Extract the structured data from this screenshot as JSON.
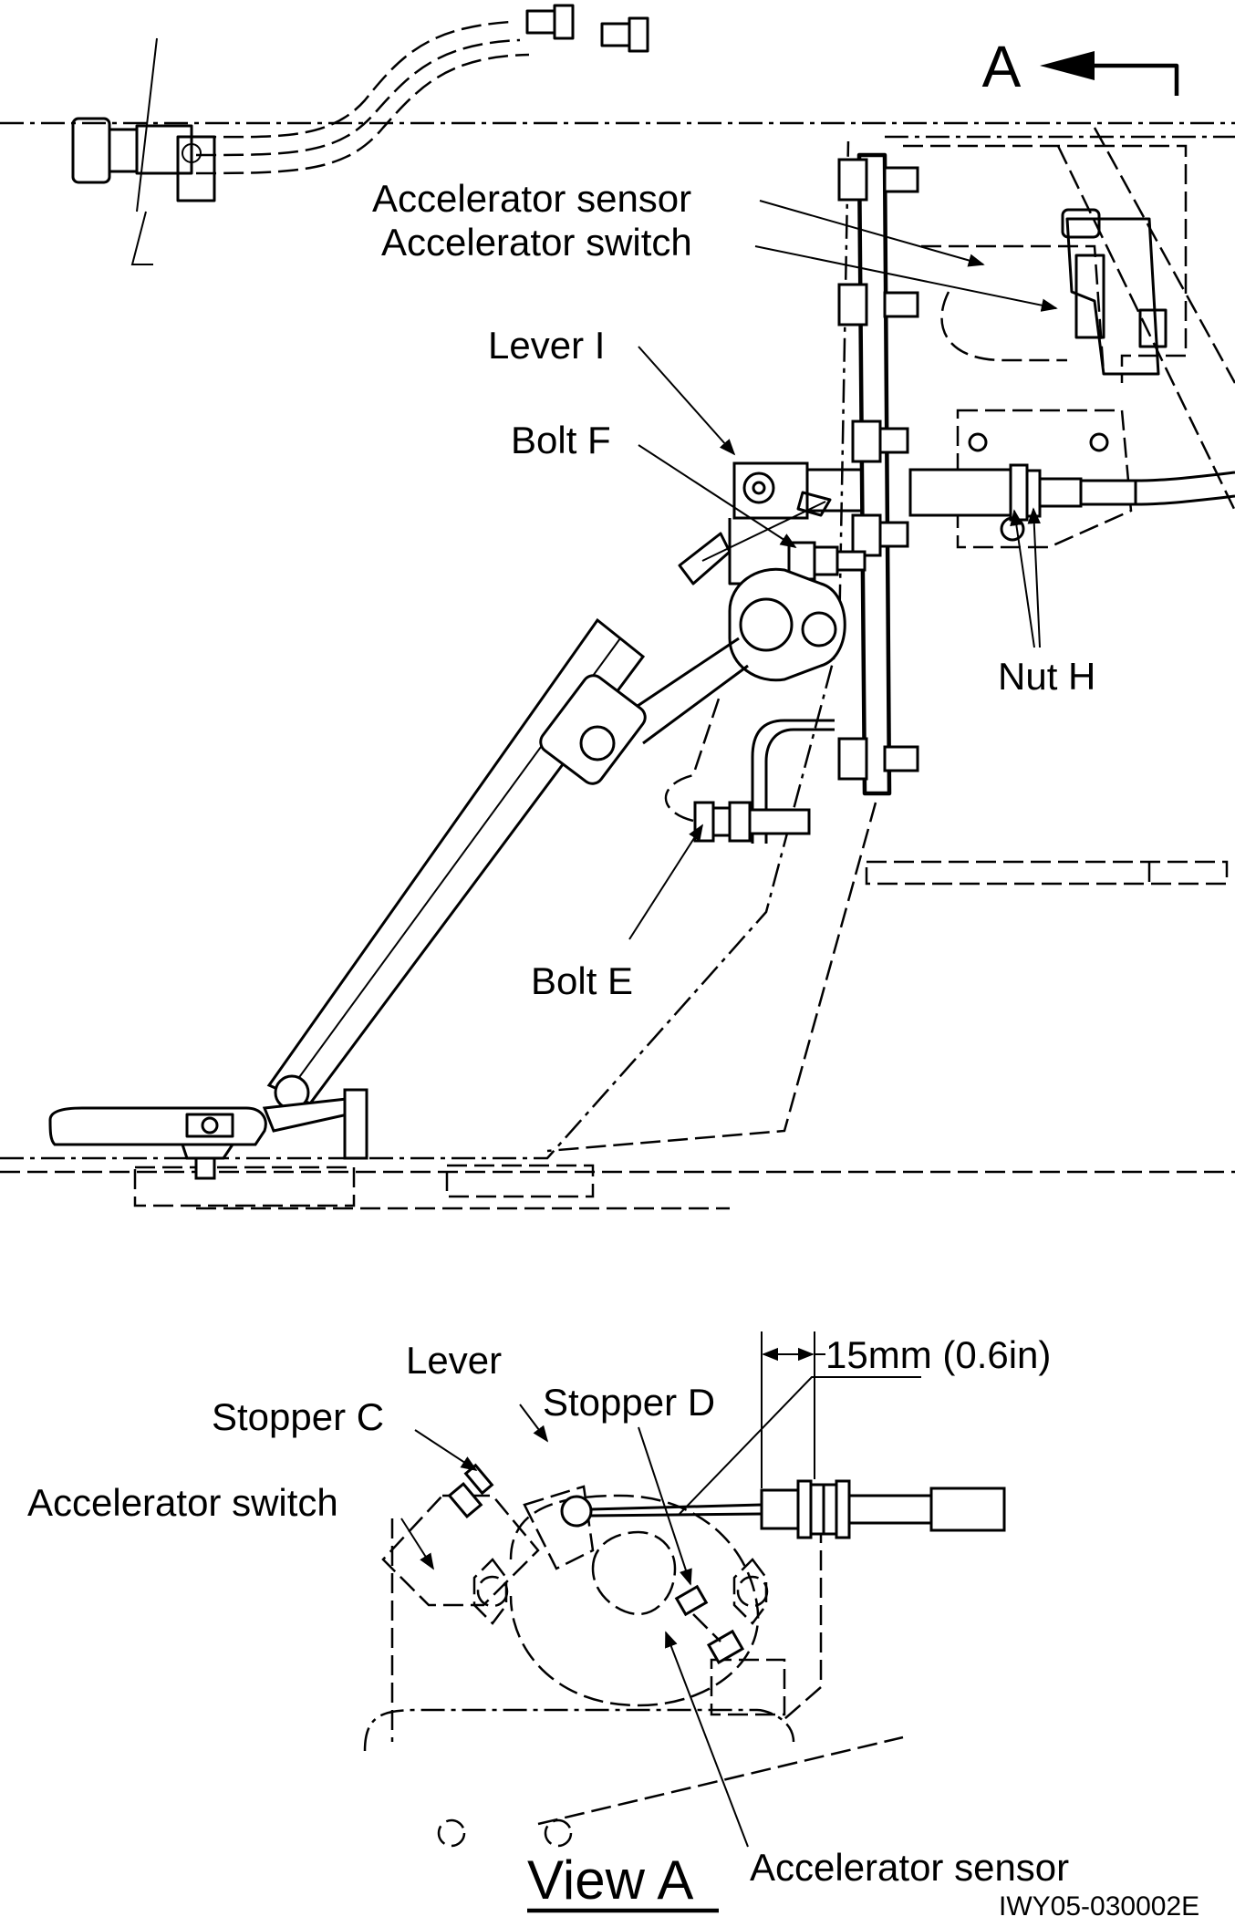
{
  "view_marker": "A",
  "labels": {
    "accelerator_sensor_top": "Accelerator sensor",
    "accelerator_switch_top": "Accelerator switch",
    "lever_i": "Lever I",
    "bolt_f": "Bolt F",
    "nut_h": "Nut H",
    "bolt_e": "Bolt E",
    "lever": "Lever",
    "stopper_c": "Stopper C",
    "stopper_d": "Stopper D",
    "accelerator_switch_bottom": "Accelerator switch",
    "accelerator_sensor_bottom": "Accelerator sensor",
    "dimension": "15mm (0.6in)",
    "view_title": "View A",
    "figure_code": "IWY05-030002E"
  }
}
